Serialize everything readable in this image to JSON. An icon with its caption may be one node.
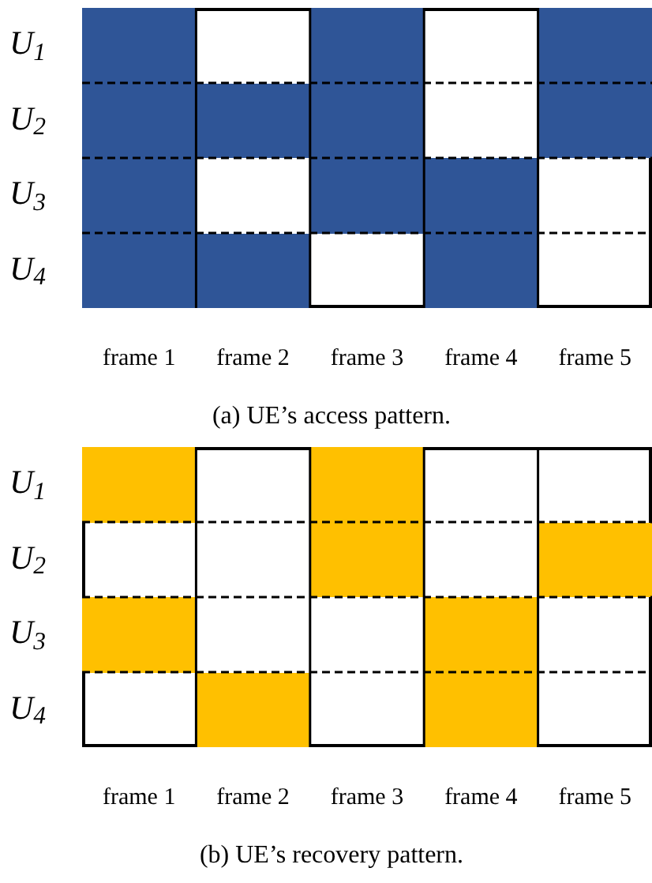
{
  "diagram": {
    "nodes": [
      {
        "text": [],
        "shape": "box"
      },
      {
        "text": [],
        "shape": "box"
      },
      {
        "text": [],
        "shape": "box"
      },
      {
        "text": [],
        "shape": "box"
      },
      {
        "text": [],
        "shape": "box"
      },
      {
        "text": [],
        "shape": "box"
      },
      {
        "text": [],
        "shape": "box"
      },
      {
        "text": [],
        "shape": "box"
      },
      {
        "text": [],
        "shape": "box"
      },
      {
        "text": [],
        "shape": "box"
      },
      {
        "text": [],
        "shape": "box"
      },
      {
        "text": [],
        "shape": "box"
      },
      {
        "text": [],
        "shape": "box"
      },
      {
        "text": [],
        "shape": "box"
      },
      {
        "text": [],
        "shape": "box"
      },
      {
        "text": [],
        "shape": "box"
      },
      {
        "text": [],
        "shape": "box"
      },
      {
        "text": [],
        "shape": "box"
      },
      {
        "text": [],
        "shape": "box"
      },
      {
        "text": [],
        "shape": "box"
      },
      {
        "text": [],
        "shape": "box"
      }
    ],
    "labels": [
      "U$_{1}$",
      "U$_{2}$",
      "U$_{3}$",
      "U$_{4}$",
      "frame 1",
      "frame 2",
      "frame 3",
      "frame 4",
      "frame 5",
      "(a) UE’s access pattern.",
      "U$_{1}$",
      "U$_{2}$",
      "U$_{3}$",
      "U$_{4}$",
      "frame 1",
      "frame 2",
      "frame 3",
      "frame 4",
      "frame 5",
      "(b) UE’s recovery pattern."
    ]
  }
}
